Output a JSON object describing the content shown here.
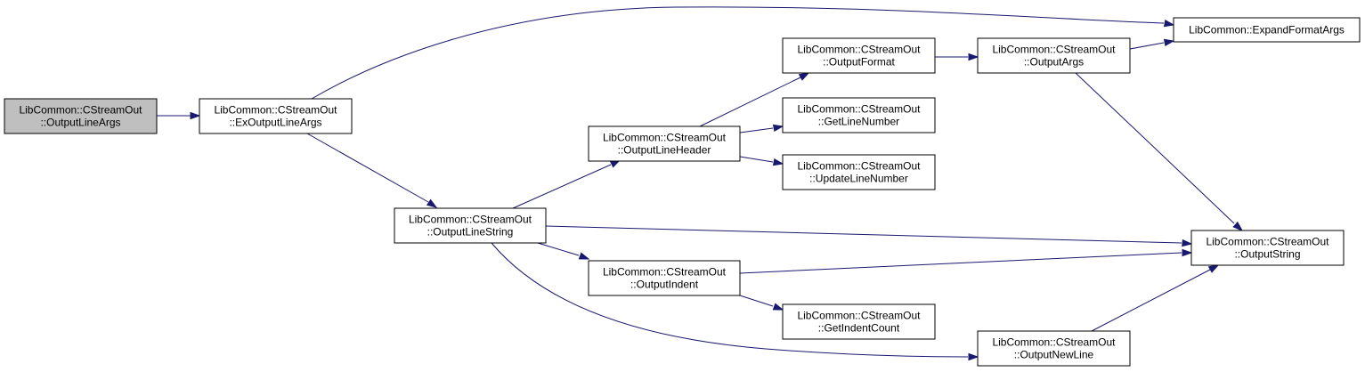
{
  "colors": {
    "edge": "#191970",
    "node_fill": "#ffffff",
    "root_fill": "#bfbfbf",
    "node_border": "#000000"
  },
  "nodes": [
    {
      "id": "outputlineargs",
      "lines": [
        "LibCommon::CStreamOut",
        "::OutputLineArgs"
      ],
      "root": true
    },
    {
      "id": "exoutputlineargs",
      "lines": [
        "LibCommon::CStreamOut",
        "::ExOutputLineArgs"
      ]
    },
    {
      "id": "expandformatargs",
      "lines": [
        "LibCommon::ExpandFormatArgs"
      ]
    },
    {
      "id": "outputlinestring",
      "lines": [
        "LibCommon::CStreamOut",
        "::OutputLineString"
      ]
    },
    {
      "id": "outputlineheader",
      "lines": [
        "LibCommon::CStreamOut",
        "::OutputLineHeader"
      ]
    },
    {
      "id": "outputformat",
      "lines": [
        "LibCommon::CStreamOut",
        "::OutputFormat"
      ]
    },
    {
      "id": "outputargs",
      "lines": [
        "LibCommon::CStreamOut",
        "::OutputArgs"
      ]
    },
    {
      "id": "getlinenumber",
      "lines": [
        "LibCommon::CStreamOut",
        "::GetLineNumber"
      ]
    },
    {
      "id": "updatelinenumber",
      "lines": [
        "LibCommon::CStreamOut",
        "::UpdateLineNumber"
      ]
    },
    {
      "id": "outputstring",
      "lines": [
        "LibCommon::CStreamOut",
        "::OutputString"
      ]
    },
    {
      "id": "outputindent",
      "lines": [
        "LibCommon::CStreamOut",
        "::OutputIndent"
      ]
    },
    {
      "id": "getindentcount",
      "lines": [
        "LibCommon::CStreamOut",
        "::GetIndentCount"
      ]
    },
    {
      "id": "outputnewline",
      "lines": [
        "LibCommon::CStreamOut",
        "::OutputNewLine"
      ]
    }
  ],
  "edges": [
    {
      "from": "outputlineargs",
      "to": "exoutputlineargs"
    },
    {
      "from": "exoutputlineargs",
      "to": "expandformatargs"
    },
    {
      "from": "exoutputlineargs",
      "to": "outputlinestring"
    },
    {
      "from": "outputlinestring",
      "to": "outputlineheader"
    },
    {
      "from": "outputlinestring",
      "to": "outputstring"
    },
    {
      "from": "outputlinestring",
      "to": "outputindent"
    },
    {
      "from": "outputlinestring",
      "to": "outputnewline"
    },
    {
      "from": "outputlineheader",
      "to": "outputformat"
    },
    {
      "from": "outputlineheader",
      "to": "getlinenumber"
    },
    {
      "from": "outputlineheader",
      "to": "updatelinenumber"
    },
    {
      "from": "outputformat",
      "to": "outputargs"
    },
    {
      "from": "outputargs",
      "to": "expandformatargs"
    },
    {
      "from": "outputargs",
      "to": "outputstring"
    },
    {
      "from": "outputindent",
      "to": "outputstring"
    },
    {
      "from": "outputindent",
      "to": "getindentcount"
    },
    {
      "from": "outputnewline",
      "to": "outputstring"
    }
  ]
}
